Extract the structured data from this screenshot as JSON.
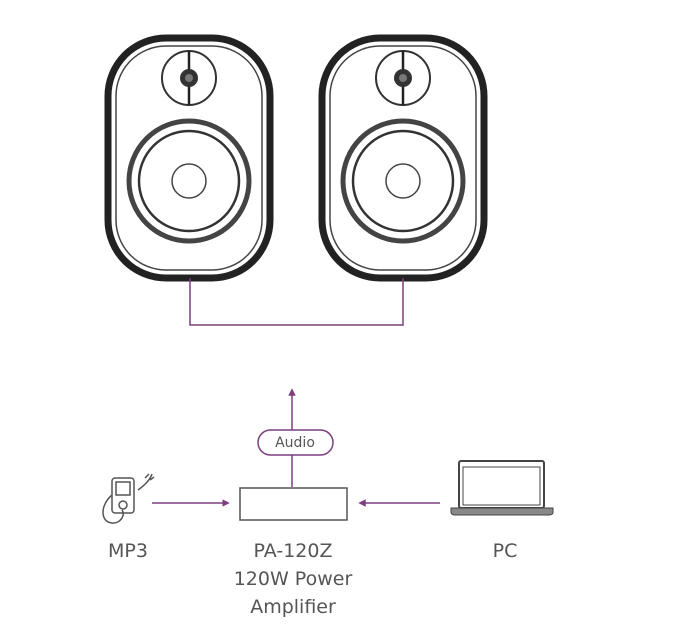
{
  "colors": {
    "wire": "#7b3f7d",
    "device": "#333333",
    "text": "#555555"
  },
  "speakers": [
    {
      "icon": "speaker-icon"
    },
    {
      "icon": "speaker-icon"
    }
  ],
  "signal_label": "Audio",
  "sources": [
    {
      "label": "MP3",
      "icon": "mp3-player-icon"
    },
    {
      "label": "PC",
      "icon": "laptop-icon"
    }
  ],
  "amplifier": {
    "model": "PA-120Z",
    "line2": "120W Power",
    "line3": "Amplifier"
  }
}
